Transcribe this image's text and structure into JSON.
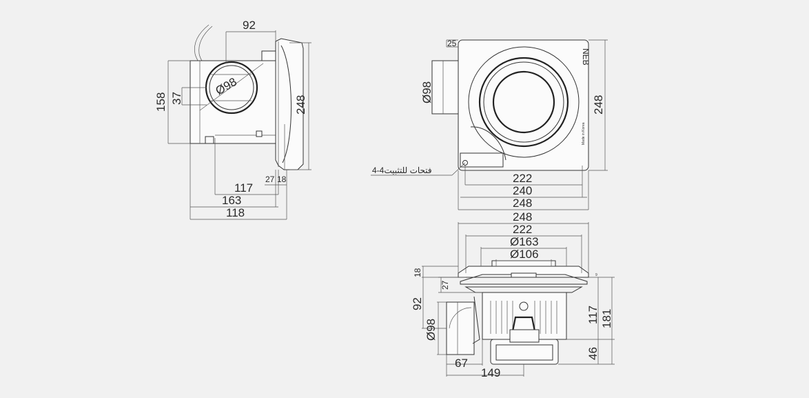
{
  "side_view": {
    "dims": {
      "top_92": "92",
      "dia_98": "Ø98",
      "h_248": "248",
      "v_158": "158",
      "v_37": "37",
      "b_117": "117",
      "b_163": "163",
      "b_118": "118",
      "s_27": "27",
      "s_18": "18"
    }
  },
  "front_view": {
    "dims": {
      "d_25": "25",
      "dia_98": "Ø98",
      "h_248": "248",
      "w_222": "222",
      "w_240": "240",
      "w_248": "248"
    },
    "callout": "4-4فتحات للتثبيت",
    "logo": "NEB",
    "tag": "Made in Korea"
  },
  "bottom_view": {
    "dims": {
      "w_248": "248",
      "w_222": "222",
      "dia_163": "Ø163",
      "dia_106": "Ø106",
      "l_18": "18",
      "l_27": "27",
      "l_92": "92",
      "l_dia98": "Ø98",
      "r_117": "117",
      "r_181": "181",
      "r_46": "46",
      "b_67": "67",
      "b_149": "149",
      "r_9": "9"
    }
  }
}
